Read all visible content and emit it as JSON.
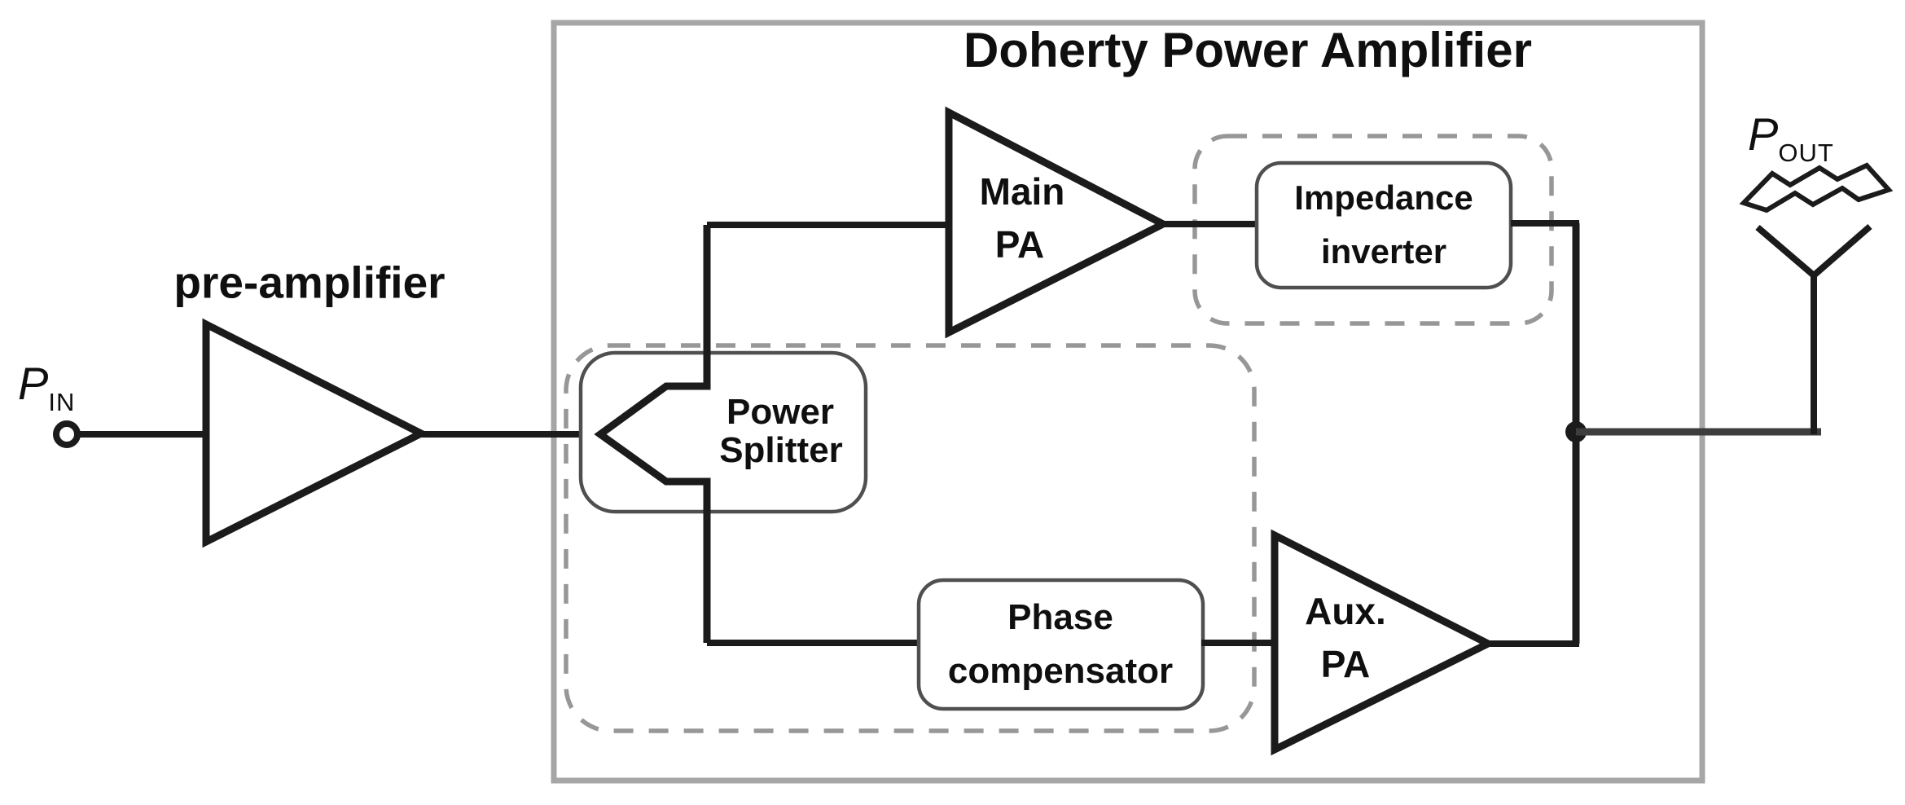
{
  "figure": {
    "title": "Doherty Power Amplifier",
    "pre_amplifier_label": "pre-amplifier",
    "input_terminal": {
      "symbol": "P",
      "subscript": "IN"
    },
    "output_terminal": {
      "symbol": "P",
      "subscript": "OUT"
    },
    "blocks": {
      "main_pa": {
        "line1": "Main",
        "line2": "PA"
      },
      "aux_pa": {
        "line1": "Aux.",
        "line2": "PA"
      },
      "power_splitter": {
        "line1": "Power",
        "line2": "Splitter"
      },
      "impedance_inverter": {
        "line1": "Impedance",
        "line2": "inverter"
      },
      "phase_compensator": {
        "line1": "Phase",
        "line2": "compensator"
      }
    },
    "colors": {
      "line": "#1b1b1b",
      "outer_border": "#a6a6a6",
      "dashed_border": "#979797",
      "box_border": "#4f4f4f",
      "output_line": "#3d3d3d",
      "background": "#ffffff"
    }
  }
}
